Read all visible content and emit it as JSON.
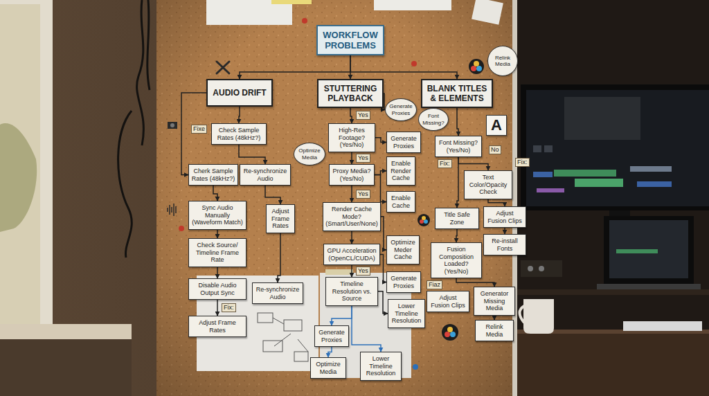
{
  "diagram": {
    "nodes": [
      {
        "text": [
          "WORKFLOW PROBLEMS"
        ]
      },
      {
        "text": [
          "AUDIO DRIFT"
        ]
      },
      {
        "text": [
          "STUTTERING PLAYBACK"
        ]
      },
      {
        "text": [
          "BLANK TITLES & ELEMENTS"
        ]
      },
      {
        "text": [
          "Check Sample Rates (48kHz?)"
        ]
      },
      {
        "text": [
          "Cherk Sample Rates (48kHz?)"
        ]
      },
      {
        "text": [
          "Re-synchronize Audio"
        ]
      },
      {
        "text": [
          "Sync Audio Manually (Waveform Match)"
        ]
      },
      {
        "text": [
          "Adjust Frame Rates"
        ]
      },
      {
        "text": [
          "Check Source/ Timeline Frame Rate"
        ]
      },
      {
        "text": [
          "Disable Audio Output Sync"
        ]
      },
      {
        "text": [
          "Re-synchronize Audio"
        ]
      },
      {
        "text": [
          "Adjust Frame Rates"
        ]
      },
      {
        "text": [
          "Generate Proxies"
        ]
      },
      {
        "text": [
          "High-Res Footage? (Yes/No)"
        ]
      },
      {
        "text": [
          "Generate Proxies"
        ]
      },
      {
        "text": [
          "Optimize Media"
        ]
      },
      {
        "text": [
          "Enable Render Cache"
        ]
      },
      {
        "text": [
          "Proxy Media? (Yes/No)"
        ]
      },
      {
        "text": [
          "Enable Cache"
        ]
      },
      {
        "text": [
          "Render Cache Mode? (Smart/User/None)"
        ]
      },
      {
        "text": [
          "Optimize Meder Cache"
        ]
      },
      {
        "text": [
          "GPU Acceleration (OpenCL/CUDA)"
        ]
      },
      {
        "text": [
          "Generate Proxies"
        ]
      },
      {
        "text": [
          "Timeline Resolution vs. Source"
        ]
      },
      {
        "text": [
          "Lower Timeline Resolution"
        ]
      },
      {
        "text": [
          "Generate Proxies"
        ]
      },
      {
        "text": [
          "Optimize Media"
        ]
      },
      {
        "text": [
          "Lower Timeline Resolution"
        ]
      },
      {
        "text": [
          "Adjust Fusion Clips"
        ]
      },
      {
        "text": [
          "Font Missing?"
        ]
      },
      {
        "text": [
          "Relink Media"
        ]
      },
      {
        "text": [
          "Font Missing? (Yes/No)"
        ]
      },
      {
        "text": [
          "A"
        ]
      },
      {
        "text": [
          "Text Color/Opacity Check"
        ]
      },
      {
        "text": [
          "Title Safe Zone"
        ]
      },
      {
        "text": [
          "Adjust Fusion Clips"
        ]
      },
      {
        "text": [
          "Re-install Fonts"
        ]
      },
      {
        "text": [
          "Fusion Composition Loaded? (Yes/No)"
        ]
      },
      {
        "text": [
          "Generator Missing Media"
        ]
      },
      {
        "text": [
          "Relink Media"
        ]
      }
    ],
    "edges": [
      {
        "from": 0,
        "to": 1,
        "arrow": "to"
      },
      {
        "from": 0,
        "to": 2,
        "arrow": "to"
      },
      {
        "from": 0,
        "to": 3,
        "arrow": "to"
      },
      {
        "from": 1,
        "to": 4,
        "arrow": "to"
      },
      {
        "from": 4,
        "to": 6,
        "arrow": "to"
      },
      {
        "from": 1,
        "to": 5,
        "arrow": "to"
      },
      {
        "from": 5,
        "to": 7,
        "arrow": "to"
      },
      {
        "from": 7,
        "to": 9,
        "arrow": "to"
      },
      {
        "from": 9,
        "to": 10,
        "arrow": "to"
      },
      {
        "from": 10,
        "to": 12,
        "arrow": "to"
      },
      {
        "from": 6,
        "to": 8,
        "arrow": "to"
      },
      {
        "from": 8,
        "to": 11,
        "arrow": "to"
      },
      {
        "from": 2,
        "to": 14,
        "arrow": "to"
      },
      {
        "from": 2,
        "to": 13,
        "arrow": "to"
      },
      {
        "from": 14,
        "to": 15,
        "arrow": "to"
      },
      {
        "from": 14,
        "to": 18,
        "arrow": "to"
      },
      {
        "from": 18,
        "to": 17,
        "arrow": "to"
      },
      {
        "from": 18,
        "to": 19,
        "arrow": "to"
      },
      {
        "from": 18,
        "to": 20,
        "arrow": "to"
      },
      {
        "from": 20,
        "to": 21,
        "arrow": "to"
      },
      {
        "from": 20,
        "to": 22,
        "arrow": "to"
      },
      {
        "from": 22,
        "to": 23,
        "arrow": "to"
      },
      {
        "from": 22,
        "to": 24,
        "arrow": "to"
      },
      {
        "from": 24,
        "to": 25,
        "arrow": "to"
      },
      {
        "from": 24,
        "to": 26,
        "arrow": "to"
      },
      {
        "from": 24,
        "to": 28,
        "arrow": "to"
      },
      {
        "from": 26,
        "to": 27,
        "arrow": "to"
      },
      {
        "from": 3,
        "to": 32,
        "arrow": "to"
      },
      {
        "from": 32,
        "to": 34,
        "arrow": "to"
      },
      {
        "from": 32,
        "to": 35,
        "arrow": "to"
      },
      {
        "from": 34,
        "to": 36,
        "arrow": "to"
      },
      {
        "from": 36,
        "to": 37,
        "arrow": "to"
      },
      {
        "from": 35,
        "to": 38,
        "arrow": "to"
      },
      {
        "from": 38,
        "to": 39,
        "arrow": "to"
      },
      {
        "from": 39,
        "to": 40,
        "arrow": "to"
      }
    ],
    "labels": [
      "Fixe",
      "Yes",
      "Yes",
      "Yes",
      "Fix:",
      "No",
      "Fix:",
      "Yes",
      "Fiaz",
      "Fix:"
    ]
  }
}
